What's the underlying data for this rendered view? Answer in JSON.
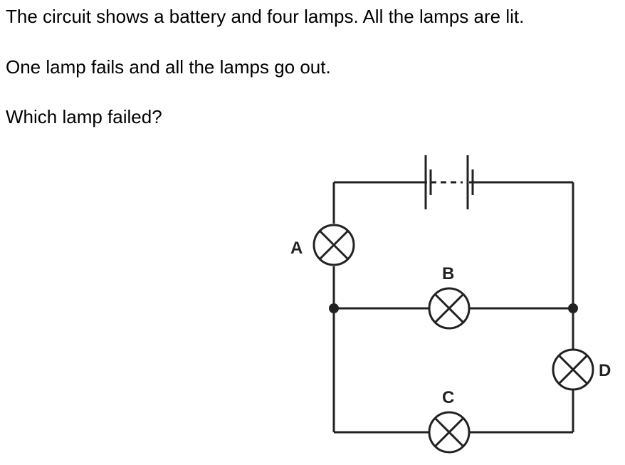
{
  "question": {
    "line1": "The circuit shows a battery and four lamps. All the lamps are lit.",
    "line2": "One lamp fails and all the lamps go out.",
    "line3": "Which lamp failed?"
  },
  "diagram": {
    "lamps": [
      {
        "id": "A",
        "label": "A"
      },
      {
        "id": "B",
        "label": "B"
      },
      {
        "id": "C",
        "label": "C"
      },
      {
        "id": "D",
        "label": "D"
      }
    ],
    "colors": {
      "ink": "#222222",
      "background": "#ffffff"
    }
  }
}
